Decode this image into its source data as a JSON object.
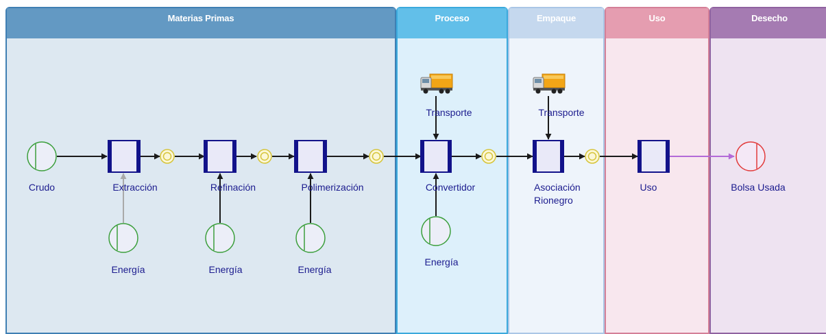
{
  "lanes": [
    {
      "key": "materias",
      "title": "Materias Primas",
      "head": "#6399c3",
      "body": "#dde8f1",
      "border": "#3f7fb3"
    },
    {
      "key": "proceso",
      "title": "Proceso",
      "head": "#62bfe9",
      "body": "#ddf0fb",
      "border": "#3aa9dc"
    },
    {
      "key": "empaque",
      "title": "Empaque",
      "head": "#c5d8ee",
      "body": "#eef4fb",
      "border": "#aac6e6"
    },
    {
      "key": "uso",
      "title": "Uso",
      "head": "#e59db0",
      "body": "#f8e7ee",
      "border": "#d47f97"
    },
    {
      "key": "desecho",
      "title": "Desecho",
      "head": "#a57bb2",
      "body": "#eee3f1",
      "border": "#8f62a0"
    }
  ],
  "nodes": {
    "crudo": "Crudo",
    "extraccion": "Extracción",
    "refinacion": "Refinación",
    "polimerizacion": "Polimerización",
    "convertidor": "Convertidor",
    "asociacion": "Asociación\nRionegro",
    "uso": "Uso",
    "bolsa_usada": "Bolsa Usada",
    "energia_1": "Energía",
    "energia_2": "Energía",
    "energia_3": "Energía",
    "energia_4": "Energía",
    "transporte_1": "Transporte",
    "transporte_2": "Transporte"
  },
  "icons": [
    "source-circle-icon",
    "process-box-icon",
    "intermediate-flow-icon",
    "truck-icon",
    "sink-circle-icon"
  ],
  "colors": {
    "node_text": "#1b1b8e",
    "process_border": "#12128a",
    "process_fill": "#e9e9f8",
    "source_stroke": "#3c9f3c",
    "sink_stroke": "#e23a3a",
    "flow_ring": "#d6c43a",
    "arrow": "#1a1a1a",
    "final_arrow": "#b36ad8",
    "truck_cargo": "#f2a516"
  }
}
